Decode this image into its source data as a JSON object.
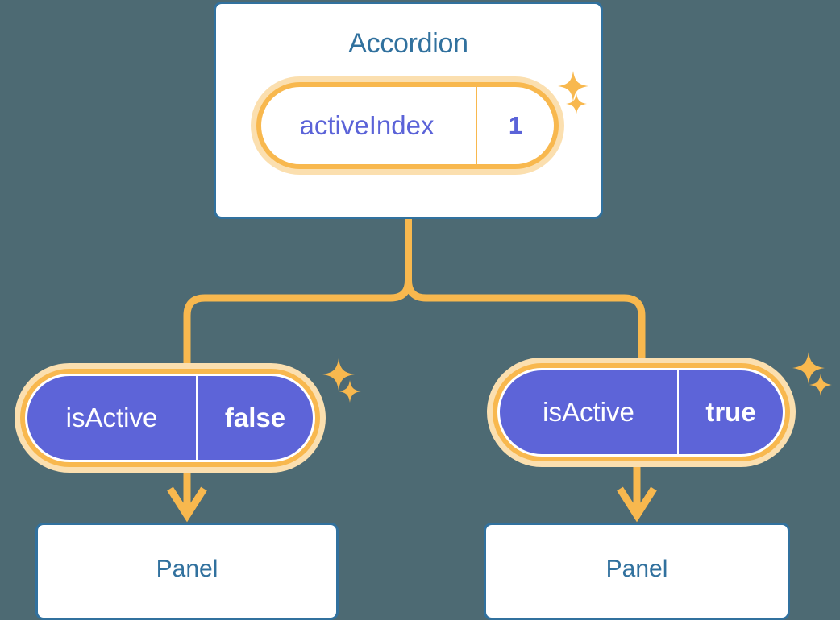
{
  "diagram": {
    "title_node": {
      "label": "Accordion",
      "state_pill": {
        "key": "activeIndex",
        "value": "1"
      }
    },
    "branches": [
      {
        "side": "left",
        "state_pill": {
          "key": "isActive",
          "value": "false"
        },
        "child": {
          "label": "Panel"
        }
      },
      {
        "side": "right",
        "state_pill": {
          "key": "isActive",
          "value": "true"
        },
        "child": {
          "label": "Panel"
        }
      }
    ],
    "icons": {
      "sparkle": "sparkle-icon",
      "arrow": "arrow-down-icon"
    },
    "colors": {
      "background": "#4d6a73",
      "card_border": "#31719e",
      "card_text": "#31719e",
      "card_fill": "#ffffff",
      "ring_outer": "#fbdfaf",
      "ring_inner": "#f8b84e",
      "pill_fill": "#5d64d8",
      "pill_text_light": "#5b63d8",
      "pill_text_solid": "#ffffff",
      "connector": "#f8b84e",
      "sparkle": "#f8b84e"
    }
  }
}
